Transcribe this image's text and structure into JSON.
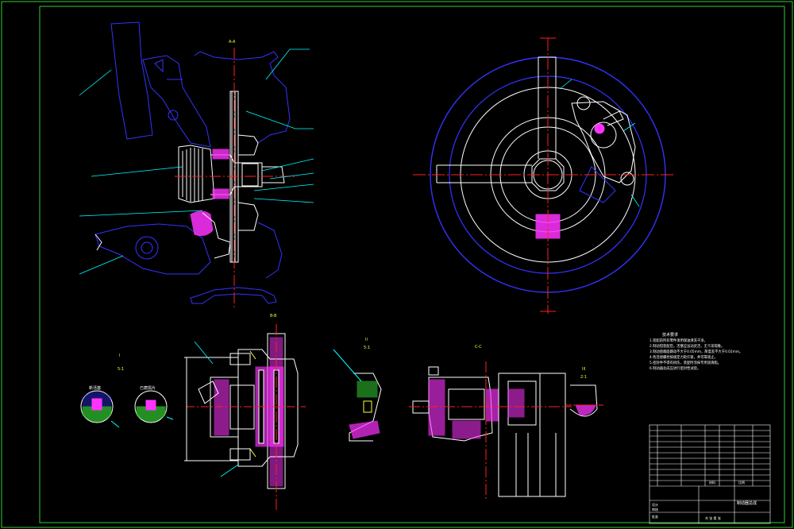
{
  "drawing": {
    "background": "#000000",
    "colors": {
      "frame": "#33cc33",
      "outline": "#ffffff",
      "part": "#3333ff",
      "center_line": "#ff2020",
      "leader": "#00ffff",
      "hatch": "#ff33ff"
    }
  },
  "views": {
    "section_label_top": "A-A",
    "section_label_bottom": "B-B",
    "detail_label_I": "I",
    "scale_I": "5:1",
    "detail_label_II": "II",
    "scale_II": "5:1",
    "right_view_label": "C-C",
    "small_detail_label": "III",
    "small_scale": "2:1"
  },
  "details": {
    "left_circle_label": "新活塞",
    "right_circle_label": "已磨损片"
  },
  "tech_notes": {
    "title": "技术要求",
    "lines": [
      "1.装配前所有零件须用煤油清洗干净。",
      "2.制动钳装配后，活塞应运动灵活，无卡滞现象。",
      "3.制动盘端面跳动不大于0.05mm，厚度差不大于0.02mm。",
      "4.各连接螺栓按规定力矩拧紧，并可靠锁止。",
      "5.密封件不得有损伤，装配时涂抹专用润滑脂。",
      "6.制动器总成应进行密封性试验。"
    ]
  },
  "title_block": {
    "drawing_title": "制动器总成",
    "material_label": "材料",
    "scale_label": "比例",
    "sheet_label": "共 张 第 张",
    "designer_label": "设计",
    "checker_label": "审核",
    "approver_label": "批准"
  }
}
